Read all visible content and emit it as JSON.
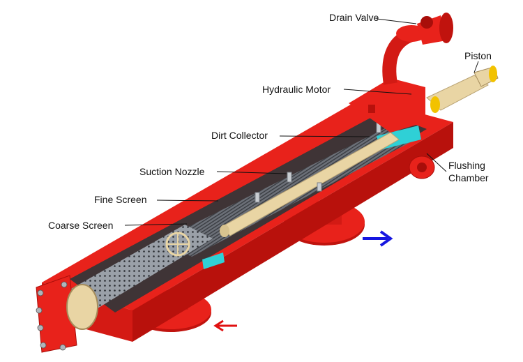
{
  "labels": {
    "drain_valve": "Drain Valve",
    "piston": "Piston",
    "hydraulic_motor": "Hydraulic Motor",
    "dirt_collector": "Dirt Collector",
    "suction_nozzle": "Suction Nozzle",
    "fine_screen": "Fine Screen",
    "coarse_screen": "Coarse Screen",
    "flushing_chamber_line1": "Flushing",
    "flushing_chamber_line2": "Chamber"
  },
  "colors": {
    "housing": "#e8221b",
    "housing_dark": "#a80e0a",
    "screen": "#8a8f96",
    "fine_screen": "#5b5f66",
    "tube": "#e9d5a4",
    "accent": "#2fd0d6",
    "flow_out": "#1616e0",
    "flow_in": "#e01010"
  },
  "icons": {
    "outlet_arrow": "arrow-right-icon",
    "inlet_arrow": "arrow-left-icon"
  }
}
